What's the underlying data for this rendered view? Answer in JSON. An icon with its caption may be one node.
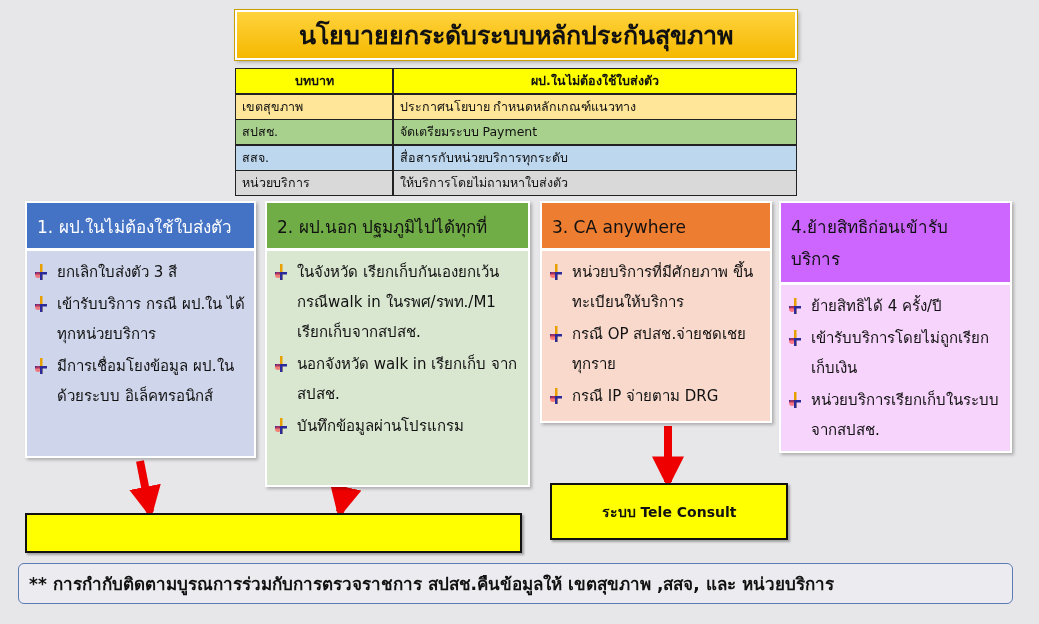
{
  "diagram": {
    "title": "นโยบายยกระดับระบบหลักประกันสุขภาพ",
    "nodes": [
      {
        "text": [
          "1. ผป.ในไม่ต้องใช้ใบส่งตัว",
          "ยกเลิกใบส่งตัว 3 สี",
          "เข้ารับบริการ กรณี ผป.ใน ได้ทุกหน่วยบริการ",
          "มีการเชื่อมโยงข้อมูล ผป.ในด้วยระบบ อิเล็คทรอนิกส์"
        ]
      },
      {
        "text": [
          "2. ผป.นอก ปฐมภูมิไปได้ทุกที่",
          "ในจังหวัด เรียกเก็บกันเองยกเว้น กรณีwalk in ในรพศ/รพท./M1 เรียกเก็บจากสปสช.",
          "นอกจังหวัด walk in เรียกเก็บ จากสปสช.",
          "บันทึกข้อมูลผ่านโปรแกรม"
        ]
      },
      {
        "text": [
          "3. CA anywhere",
          "หน่วยบริการที่มีศักยภาพ ขึ้นทะเบียนให้บริการ",
          "กรณี OP สปสช.จ่ายชดเชย ทุกราย",
          "กรณี IP จ่ายตาม DRG"
        ]
      },
      {
        "text": [
          "4.ย้ายสิทธิก่อนเข้ารับ บริการ",
          "ย้ายสิทธิได้ 4 ครั้ง/ปี",
          "เข้ารับบริการโดยไม่ถูกเรียก เก็บเงิน",
          "หน่วยบริการเรียกเก็บในระบบ จากสปสช."
        ]
      },
      {
        "text": [],
        "shape": "box"
      },
      {
        "text": [
          "ระบบ Tele Consult"
        ]
      },
      {
        "text": [
          "** การกำกับติดตามบูรณการร่วมกับการตรวจราชการ สปสช.คืนข้อมูลให้ เขตสุขภาพ ,สสจ, และ หน่วยบริการ"
        ]
      }
    ],
    "edges": [
      {
        "from": 0,
        "to": 4,
        "arrow": "to"
      },
      {
        "from": 1,
        "to": 4,
        "arrow": "to"
      },
      {
        "from": 2,
        "to": 5,
        "arrow": "to"
      }
    ],
    "labels": [
      "บทบาท",
      "ผป.ในไม่ต้องใช้ใบส่งตัว",
      "เขตสุขภาพ",
      "ประกาศนโยบาย กำหนดหลักเกณฑ์แนวทาง",
      "สปสช.",
      "จัดเตรียมระบบ Payment",
      "สสจ.",
      "สื่อสารกับหน่วยบริการทุกระดับ",
      "หน่วยบริการ",
      "ให้บริการโดยไม่ถามหาใบส่งตัว"
    ]
  }
}
